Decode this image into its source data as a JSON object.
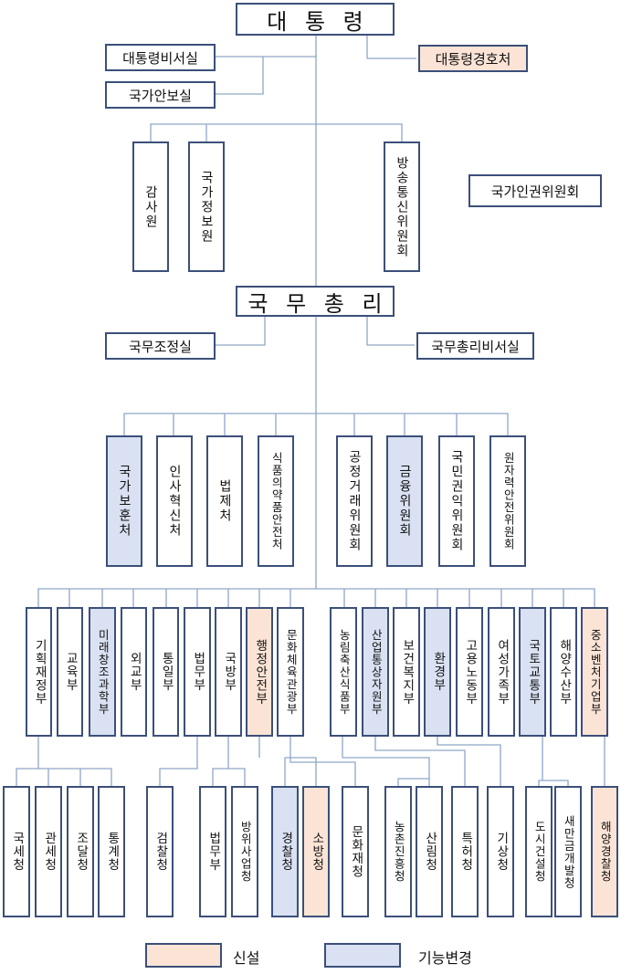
{
  "president": "대 통 령",
  "president_offices": {
    "chief_of_staff": "대통령비서실",
    "security_office": "국가안보실",
    "security_service": "대통령경호처"
  },
  "independent_agencies": {
    "audit": "감사원",
    "intelligence": "국가정보원",
    "communications": "방송통신위원회",
    "human_rights": "국가인권위원회"
  },
  "prime_minister": "국 무 총 리",
  "pm_offices": {
    "coordination": "국무조정실",
    "secretariat": "국무총리비서실"
  },
  "pm_agencies": [
    "국가보훈처",
    "인사혁신처",
    "법제처",
    "식품의약품안전처",
    "공정거래위원회",
    "금융위원회",
    "국민권익위원회",
    "원자력안전위원회"
  ],
  "ministries": [
    "기획재정부",
    "교육부",
    "미래창조과학부",
    "외교부",
    "통일부",
    "법무부",
    "국방부",
    "행정안전부",
    "문화체육관광부",
    "농림축산식품부",
    "산업통상자원부",
    "보건복지부",
    "환경부",
    "고용노동부",
    "여성가족부",
    "국토교통부",
    "해양수산부",
    "중소벤처기업부"
  ],
  "offices": [
    "국세청",
    "관세청",
    "조달청",
    "통계청",
    "검찰청",
    "법무부",
    "방위사업청",
    "경찰청",
    "소방청",
    "문화재청",
    "농촌진흥청",
    "산림청",
    "특허청",
    "기상청",
    "도시건설청",
    "새만금개발청",
    "해양경찰청"
  ],
  "legend": {
    "new_label": "신설",
    "changed_label": "기능변경",
    "new_color": "#fbe4d6",
    "changed_color": "#d9e1f2",
    "border_color": "#3b4f7a",
    "line_color": "#8fa6c8"
  }
}
